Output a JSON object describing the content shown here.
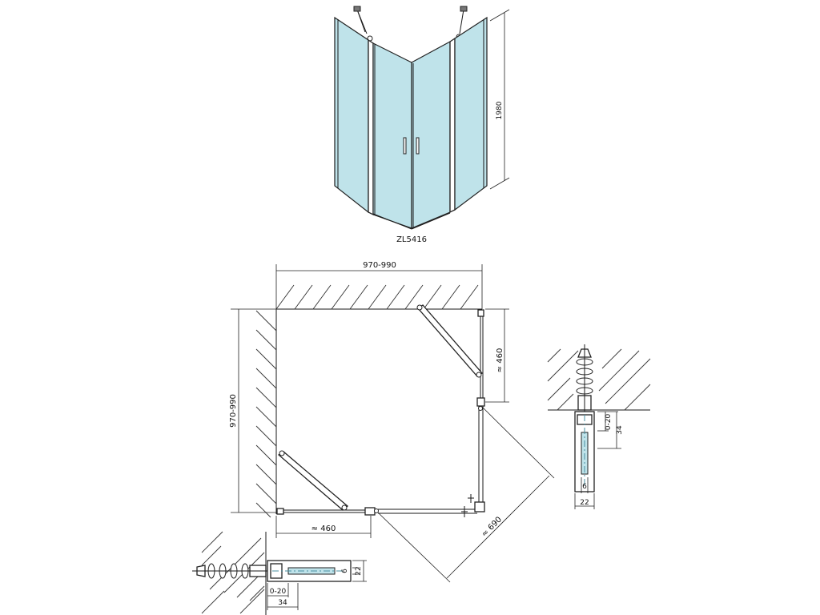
{
  "model_label": "ZL5416",
  "dimensions": {
    "height_label": "1980",
    "width_top": "970-990",
    "width_left": "970-990",
    "door_right": "≈ 460",
    "door_bottom": "≈ 460",
    "diagonal": "≈ 690"
  },
  "detail_right": {
    "adjust": "0-20",
    "depth": "34",
    "glass": "6",
    "width": "22"
  },
  "detail_bottom": {
    "adjust": "0-20",
    "depth": "34",
    "glass": "6",
    "width": "22"
  },
  "colors": {
    "glass": "#bfe3ea",
    "line": "#1a1a1a",
    "axis": "#4a8fa0"
  }
}
